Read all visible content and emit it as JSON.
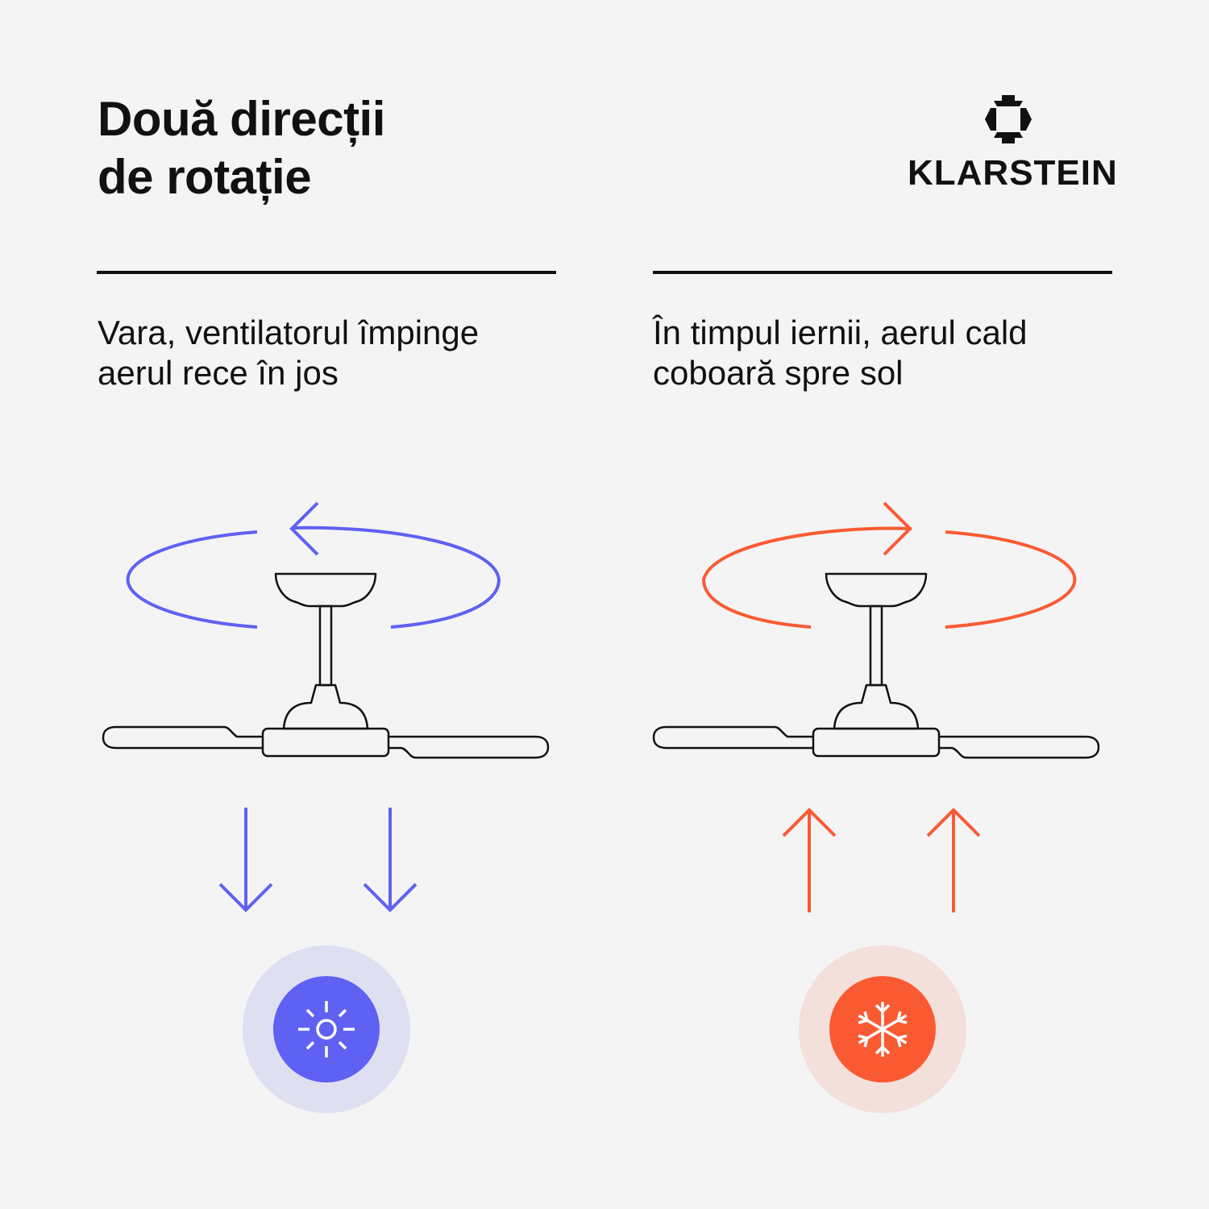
{
  "header": {
    "title_line1": "Două direcții",
    "title_line2": "de rotație"
  },
  "brand": {
    "name": "KLARSTEIN"
  },
  "panels": [
    {
      "caption_line1": "Vara, ventilatorul împinge",
      "caption_line2": "aerul rece în jos",
      "rotation": "counter-clockwise",
      "airflow": "down",
      "season_icon": "sun-icon",
      "accent_color": "#5f61f2",
      "halo_color": "#dfdff2"
    },
    {
      "caption_line1": "În timpul iernii, aerul cald",
      "caption_line2": "coboară spre sol",
      "rotation": "clockwise",
      "airflow": "up",
      "season_icon": "snowflake-icon",
      "accent_color": "#fa5a32",
      "halo_color": "#f3e0da"
    }
  ]
}
